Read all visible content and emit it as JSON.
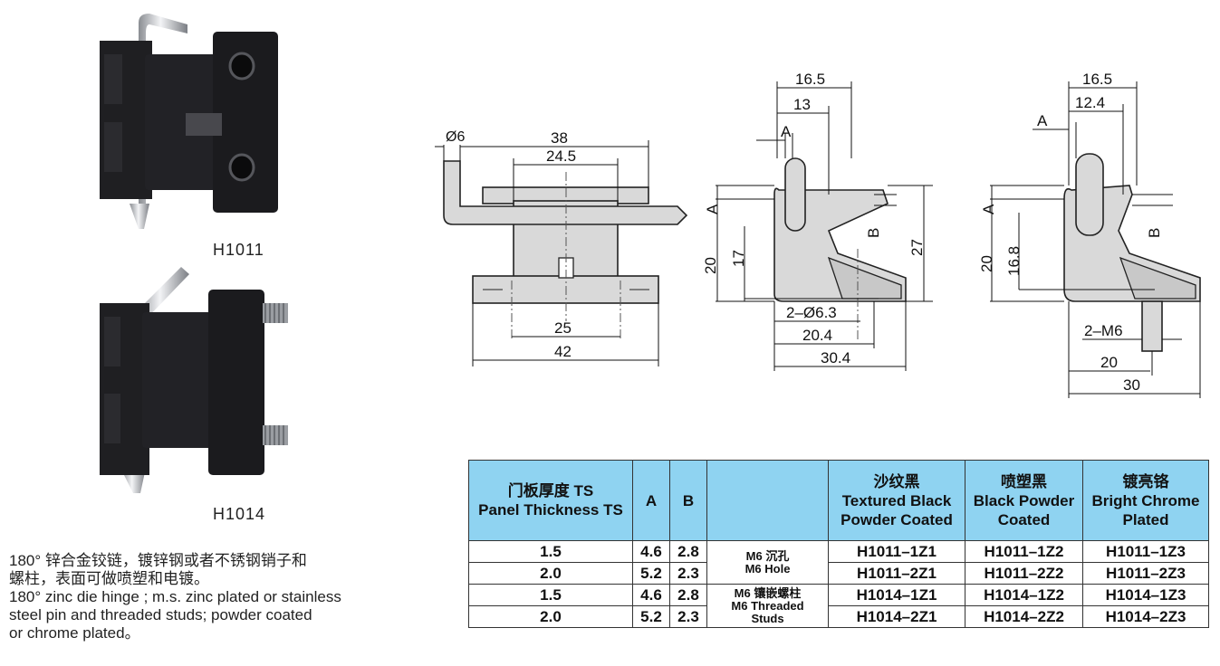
{
  "products": [
    {
      "code": "H1011",
      "image": "hinge-photo-countersunk-holes"
    },
    {
      "code": "H1014",
      "image": "hinge-photo-threaded-studs"
    }
  ],
  "description": {
    "zh_line1": "180° 锌合金铰链，镀锌钢或者不锈钢销子和",
    "zh_line2": "螺柱，表面可做喷塑和电镀。",
    "en_line1": "180° zinc die hinge ; m.s. zinc plated or stainless",
    "en_line2": "steel pin and threaded studs; powder coated",
    "en_line3": "or chrome plated。"
  },
  "drawing1": {
    "d_pin": "Ø6",
    "w_total": "38",
    "w_leaf": "24.5",
    "w_holes": "25",
    "w_base": "42"
  },
  "drawing2": {
    "w_overall": "16.5",
    "w_pin": "13",
    "a": "A",
    "b": "B",
    "h20": "20",
    "h17": "17",
    "h27": "27",
    "holes": "2–Ø6.3",
    "w20_4": "20.4",
    "w30_4": "30.4"
  },
  "drawing3": {
    "w_overall": "16.5",
    "w_pin": "12.4",
    "a": "A",
    "b": "B",
    "h20": "20",
    "h16_8": "16.8",
    "studs": "2–M6",
    "w20": "20",
    "w30": "30"
  },
  "table": {
    "headers": {
      "ts_zh": "门板厚度 TS",
      "ts_en": "Panel Thickness TS",
      "a": "A",
      "b": "B",
      "c1_zh": "沙纹黑",
      "c1_en1": "Textured Black",
      "c1_en2": "Powder Coated",
      "c2_zh": "喷塑黑",
      "c2_en1": "Black Powder",
      "c2_en2": "Coated",
      "c3_zh": "镀亮铬",
      "c3_en1": "Bright Chrome",
      "c3_en2": "Plated"
    },
    "groups": [
      {
        "type_zh": "M6 沉孔",
        "type_en": "M6 Hole"
      },
      {
        "type_zh": "M6 镶嵌螺柱",
        "type_en1": "M6 Threaded",
        "type_en2": "Studs"
      }
    ],
    "rows": [
      {
        "ts": "1.5",
        "a": "4.6",
        "b": "2.8",
        "c1": "H1011–1Z1",
        "c2": "H1011–1Z2",
        "c3": "H1011–1Z3"
      },
      {
        "ts": "2.0",
        "a": "5.2",
        "b": "2.3",
        "c1": "H1011–2Z1",
        "c2": "H1011–2Z2",
        "c3": "H1011–2Z3"
      },
      {
        "ts": "1.5",
        "a": "4.6",
        "b": "2.8",
        "c1": "H1014–1Z1",
        "c2": "H1014–1Z2",
        "c3": "H1014–1Z3"
      },
      {
        "ts": "2.0",
        "a": "5.2",
        "b": "2.3",
        "c1": "H1014–2Z1",
        "c2": "H1014–2Z2",
        "c3": "H1014–2Z3"
      }
    ]
  },
  "colors": {
    "header_bg": "#8fd3f1",
    "part_fill": "#d9d9d9",
    "hinge_black": "#1f1f22",
    "chrome": "#c9ccd0"
  }
}
